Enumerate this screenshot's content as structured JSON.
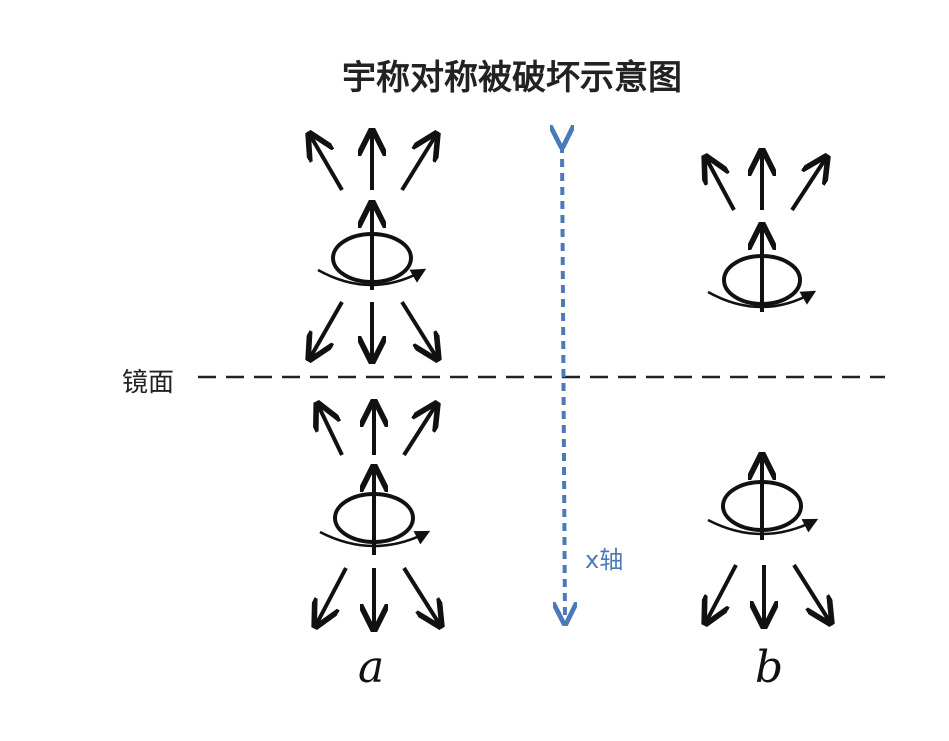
{
  "title": "宇称对称被破坏示意图",
  "mirror_label": "镜面",
  "axis_label": "x轴",
  "panels": {
    "a": {
      "label": "a"
    },
    "b": {
      "label": "b"
    }
  },
  "colors": {
    "ink": "#111111",
    "axis": "#4b7ab8",
    "mirror_line": "#222222",
    "background": "#ffffff"
  }
}
